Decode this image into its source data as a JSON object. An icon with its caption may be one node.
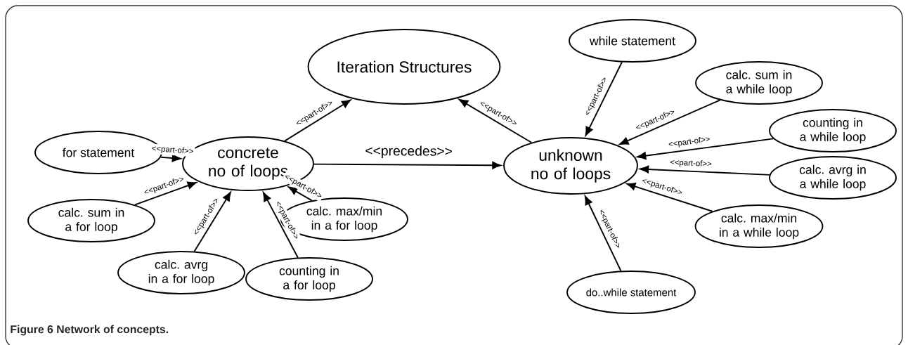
{
  "diagram": {
    "caption": "Figure 6 Network of concepts.",
    "nodes": [
      {
        "text": [
          "Iteration Structures"
        ]
      },
      {
        "text": [
          "while statement"
        ]
      },
      {
        "text": [
          "calc. sum in a while loop"
        ]
      },
      {
        "text": [
          "for statement"
        ]
      },
      {
        "text": [
          "concrete no of loops"
        ]
      },
      {
        "text": [
          "unknown no of loops"
        ]
      },
      {
        "text": [
          "counting in a while loop"
        ]
      },
      {
        "text": [
          "calc. sum in a for loop"
        ]
      },
      {
        "text": [
          "calc. avrg in a while loop"
        ]
      },
      {
        "text": [
          "calc. max/min in a for loop"
        ]
      },
      {
        "text": [
          "calc. max/min in a while loop"
        ]
      },
      {
        "text": [
          "calc. avrg in a for loop"
        ]
      },
      {
        "text": [
          "counting in a for loop"
        ]
      },
      {
        "text": [
          "do..while statement"
        ]
      }
    ],
    "edges": [
      {
        "from": 3,
        "to": 4,
        "arrow": "to",
        "label": "<<part-of>>"
      },
      {
        "from": 7,
        "to": 4,
        "arrow": "to",
        "label": "<<part-of>>"
      },
      {
        "from": 11,
        "to": 4,
        "arrow": "to",
        "label": "<<part-of>>"
      },
      {
        "from": 12,
        "to": 4,
        "arrow": "to",
        "label": "<<part-of>>"
      },
      {
        "from": 9,
        "to": 4,
        "arrow": "to",
        "label": "<<part-of>>"
      },
      {
        "from": 4,
        "to": 0,
        "arrow": "to",
        "label": "<<part-of>>"
      },
      {
        "from": 5,
        "to": 0,
        "arrow": "to",
        "label": "<<part-of>>"
      },
      {
        "from": 4,
        "to": 5,
        "arrow": "to",
        "label": "<<precedes>>"
      },
      {
        "from": 1,
        "to": 5,
        "arrow": "to",
        "label": "<<part-of>>"
      },
      {
        "from": 2,
        "to": 5,
        "arrow": "to",
        "label": "<<part-of>>"
      },
      {
        "from": 6,
        "to": 5,
        "arrow": "to",
        "label": "<<part-of>>"
      },
      {
        "from": 8,
        "to": 5,
        "arrow": "to",
        "label": "<<part-of>>"
      },
      {
        "from": 10,
        "to": 5,
        "arrow": "to",
        "label": "<<part-of>>"
      },
      {
        "from": 13,
        "to": 5,
        "arrow": "to",
        "label": "<<part-of>>"
      }
    ]
  }
}
